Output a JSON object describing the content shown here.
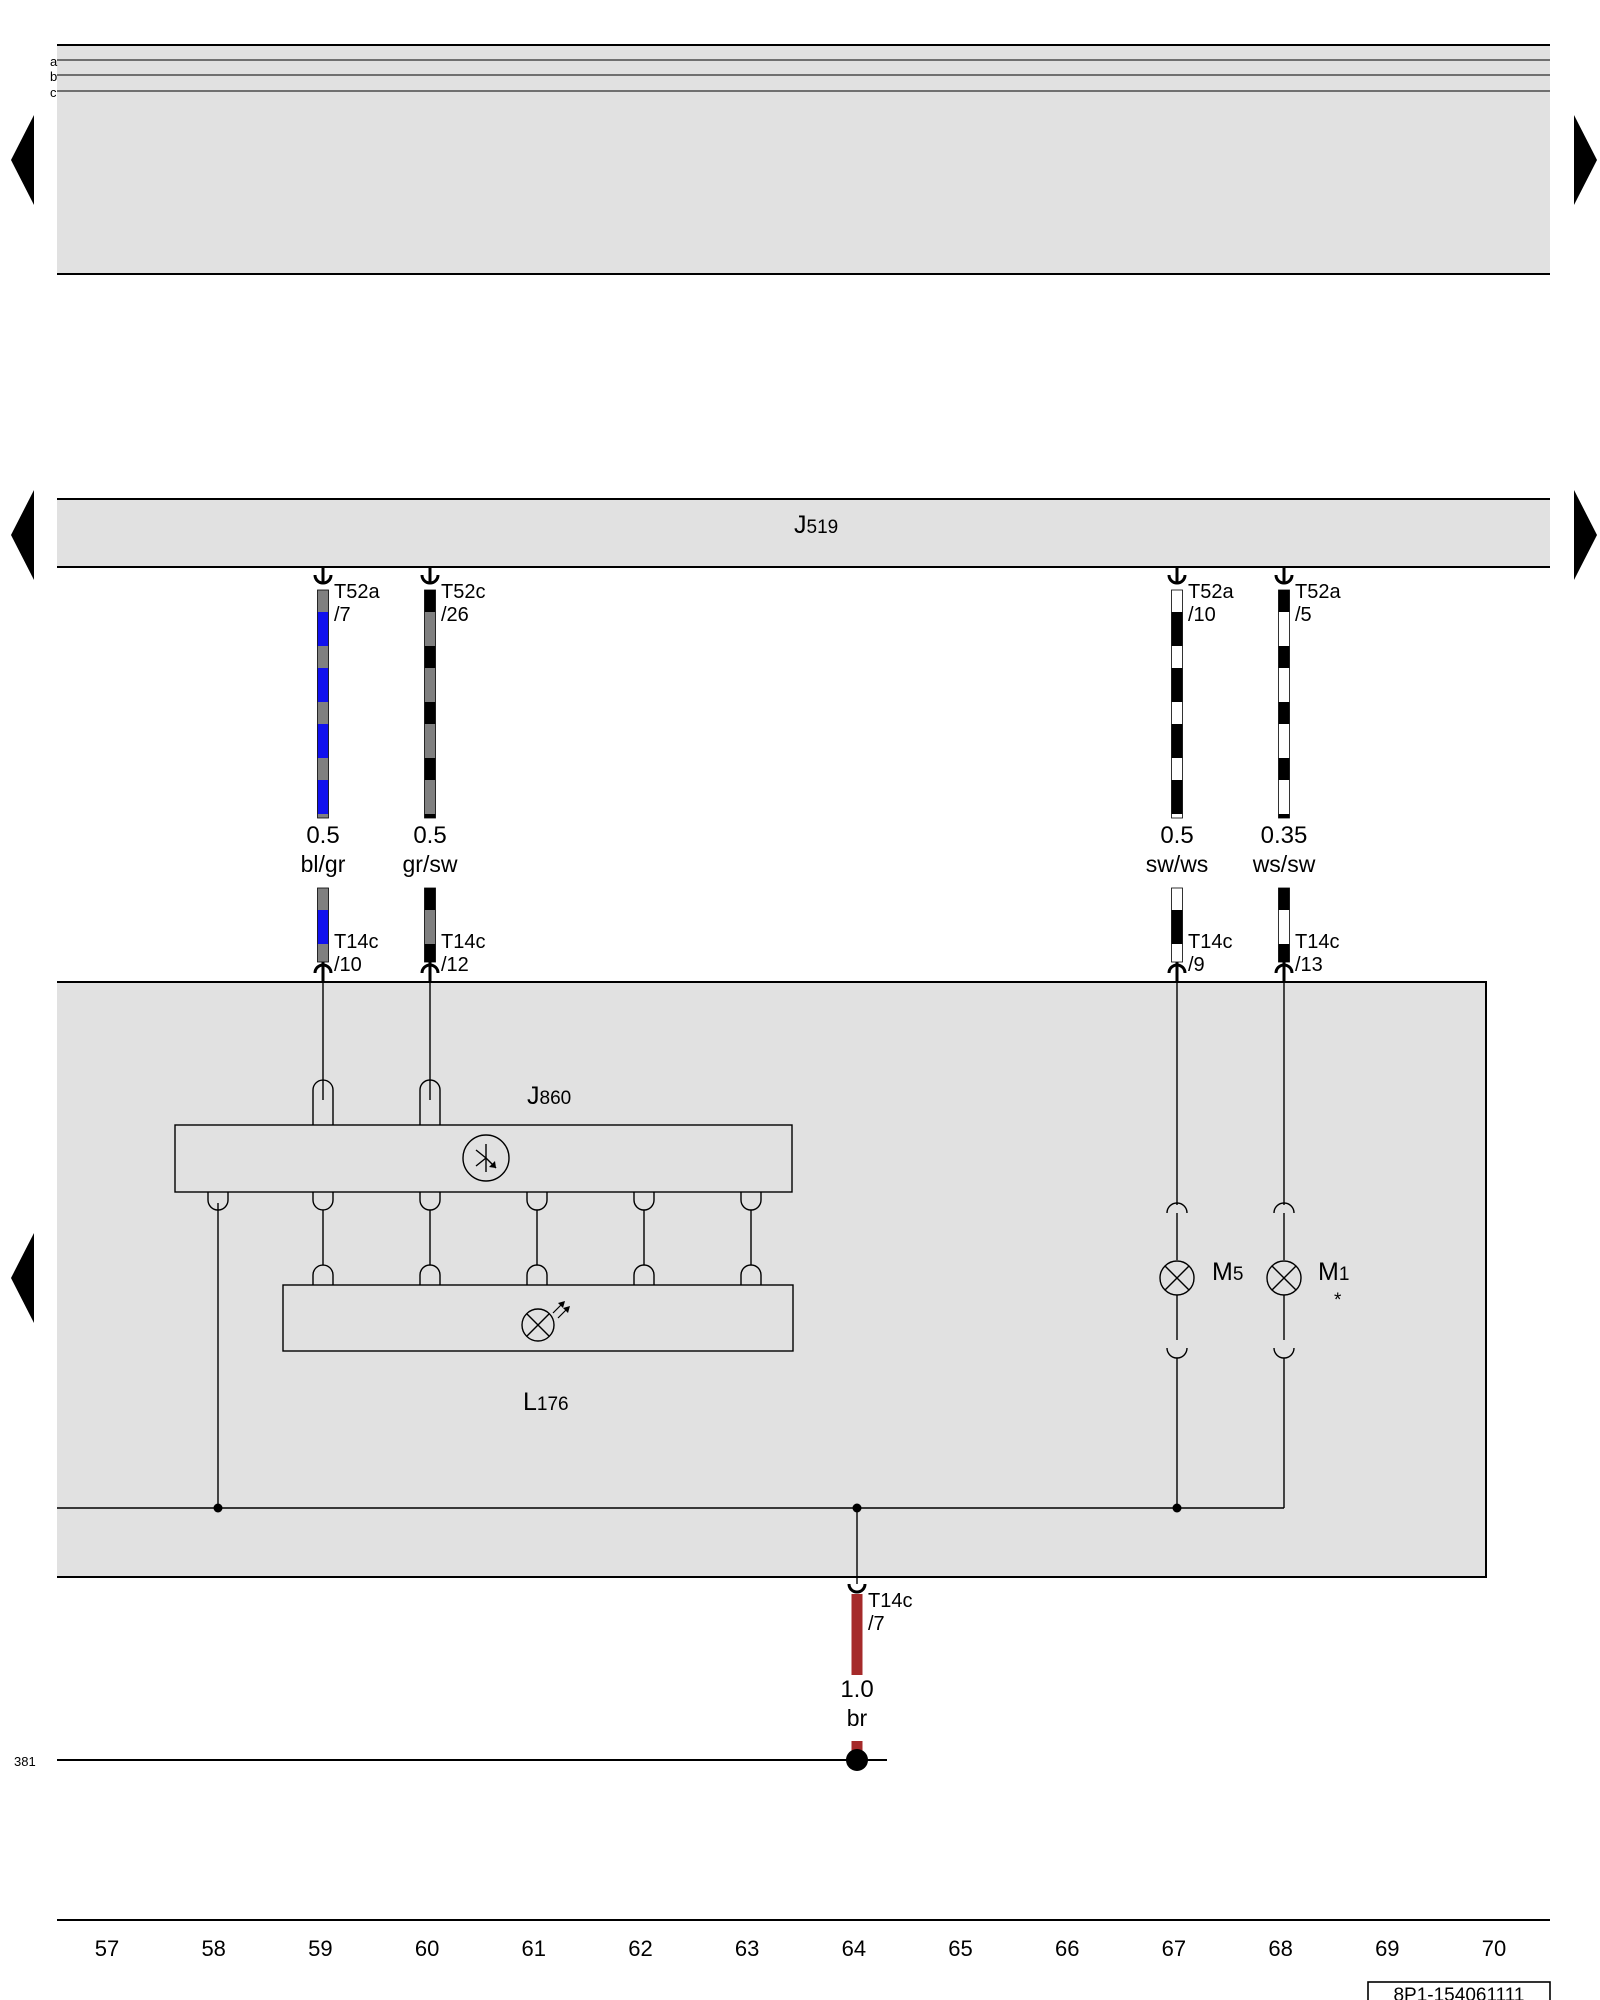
{
  "top_band": {
    "rail_labels": [
      "a",
      "b",
      "c"
    ]
  },
  "control_units": {
    "upper": {
      "id": "J",
      "sub": "519"
    },
    "module": {
      "id": "J",
      "sub": "860"
    },
    "lamp_module": {
      "id": "L",
      "sub": "176"
    }
  },
  "bulbs": [
    {
      "id": "M",
      "sub": "5",
      "note": ""
    },
    {
      "id": "M",
      "sub": "1",
      "note": "*"
    }
  ],
  "wires": [
    {
      "column": "59",
      "top_connector": "T52a",
      "top_pin": "/7",
      "cross_section": "0.5",
      "color_code": "bl/gr",
      "colors": [
        "#1010ee",
        "#808080"
      ],
      "bottom_connector": "T14c",
      "bottom_pin": "/10"
    },
    {
      "column": "60",
      "top_connector": "T52c",
      "top_pin": "/26",
      "cross_section": "0.5",
      "color_code": "gr/sw",
      "colors": [
        "#808080",
        "#000000"
      ],
      "bottom_connector": "T14c",
      "bottom_pin": "/12"
    },
    {
      "column": "67",
      "top_connector": "T52a",
      "top_pin": "/10",
      "cross_section": "0.5",
      "color_code": "sw/ws",
      "colors": [
        "#000000",
        "#ffffff"
      ],
      "bottom_connector": "T14c",
      "bottom_pin": "/9"
    },
    {
      "column": "68",
      "top_connector": "T52a",
      "top_pin": "/5",
      "cross_section": "0.35",
      "color_code": "ws/sw",
      "colors": [
        "#ffffff",
        "#000000"
      ],
      "bottom_connector": "T14c",
      "bottom_pin": "/13"
    }
  ],
  "ground_wire": {
    "column": "64",
    "connector": "T14c",
    "pin": "/7",
    "cross_section": "1.0",
    "color_code": "br",
    "colors": [
      "#a52a2a"
    ]
  },
  "ground_rail": {
    "label": "381"
  },
  "column_scale": [
    "57",
    "58",
    "59",
    "60",
    "61",
    "62",
    "63",
    "64",
    "65",
    "66",
    "67",
    "68",
    "69",
    "70"
  ],
  "doc_number": "8P1-154061111"
}
